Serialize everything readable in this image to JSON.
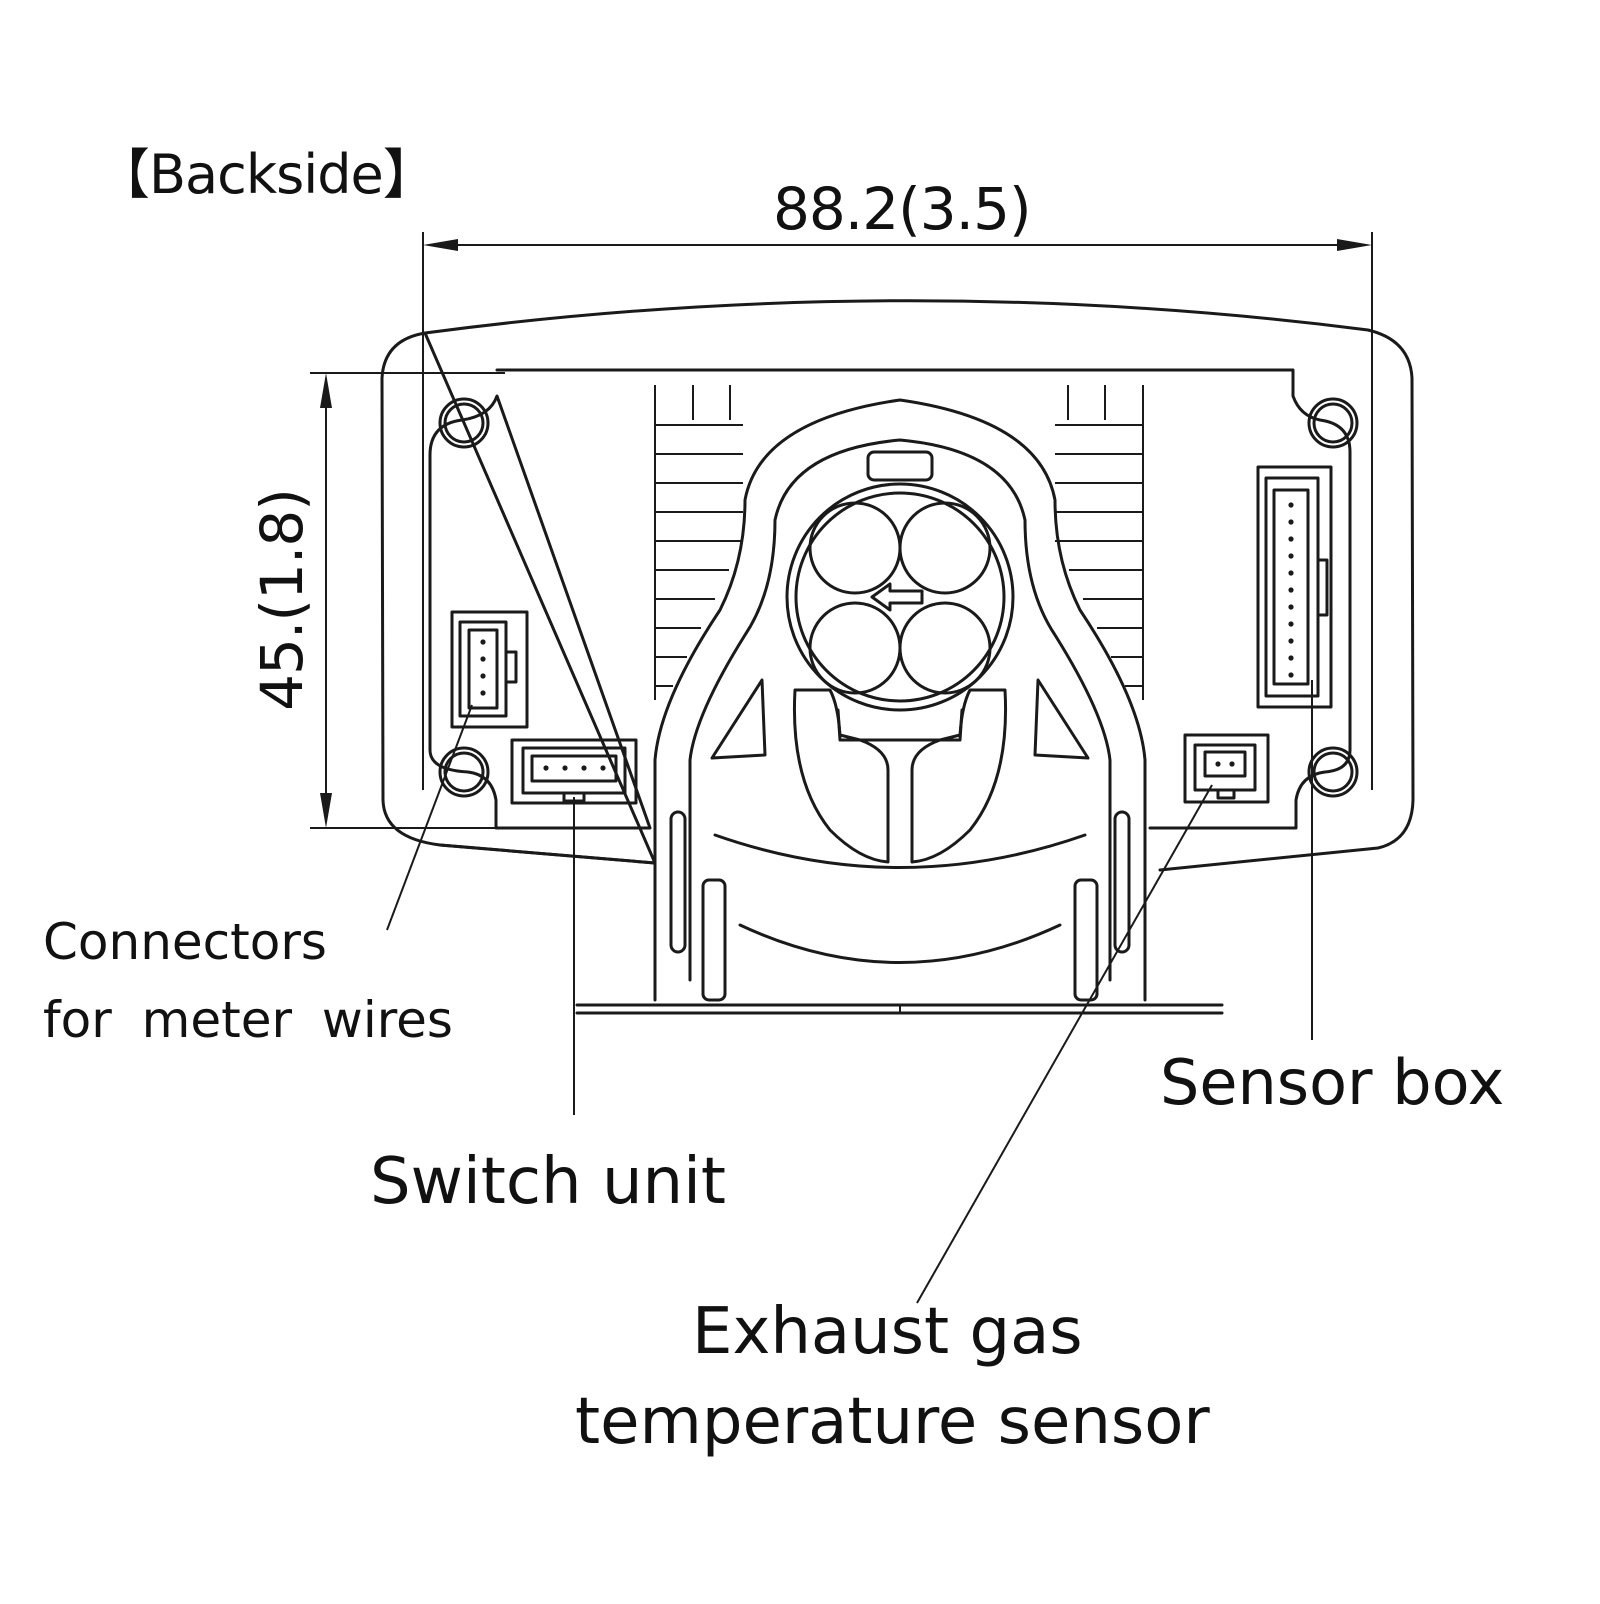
{
  "labels": {
    "title": "【Backside】",
    "width_dimension": "88.2(3.5)",
    "height_dimension": "45.(1.8)",
    "connectors_line1": "Connectors",
    "connectors_line2": "for meter wires",
    "sensor_box": "Sensor box",
    "switch_unit": "Switch unit",
    "exhaust_line1": "Exhaust gas",
    "exhaust_line2": "temperature sensor"
  },
  "colors": {
    "line": "#1a1a1a",
    "background": "#ffffff"
  }
}
